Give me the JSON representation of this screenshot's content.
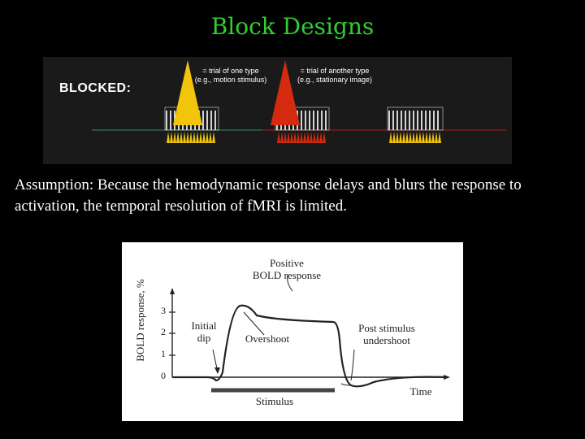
{
  "slide": {
    "title": "Block Designs",
    "assumption": "Assumption: Because the hemodynamic response delays and blurs the response to activation, the temporal resolution of fMRI is limited."
  },
  "block_panel": {
    "label": "BLOCKED:",
    "legend_one": "= trial of one type\n(e.g., motion stimulus)",
    "legend_two": "= trial of another type\n(e.g., stationary image)",
    "colors": {
      "type_one": "#f2c40a",
      "type_two": "#d42a10",
      "baseline": "#2e8b6e"
    }
  },
  "bold_figure": {
    "y_axis_label": "BOLD response, %",
    "y_ticks": [
      "3",
      "2",
      "1",
      "0"
    ],
    "positive_label": "Positive\nBOLD response",
    "initial_dip_label": "Initial\ndip",
    "overshoot_label": "Overshoot",
    "post_stimulus_label": "Post stimulus\nundershoot",
    "time_label": "Time",
    "stimulus_label": "Stimulus"
  }
}
